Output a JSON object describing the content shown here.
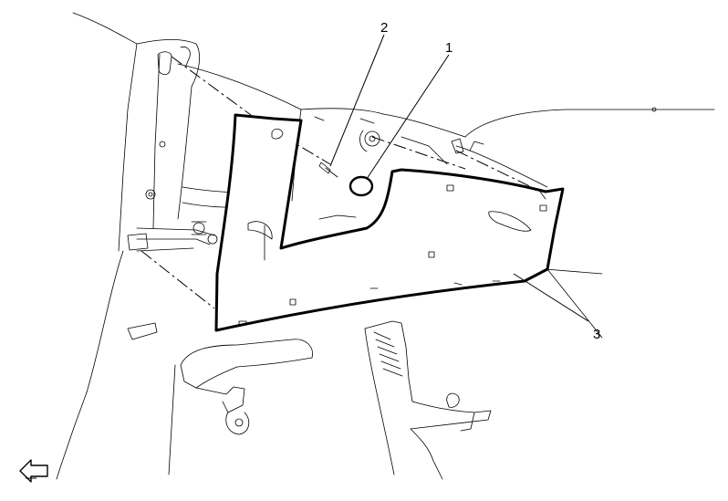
{
  "diagram": {
    "callouts": [
      {
        "id": "callout-1",
        "label": "1"
      },
      {
        "id": "callout-2",
        "label": "2"
      },
      {
        "id": "callout-3",
        "label": "3"
      }
    ],
    "icons": {
      "view_direction": "arrow-icon"
    }
  }
}
